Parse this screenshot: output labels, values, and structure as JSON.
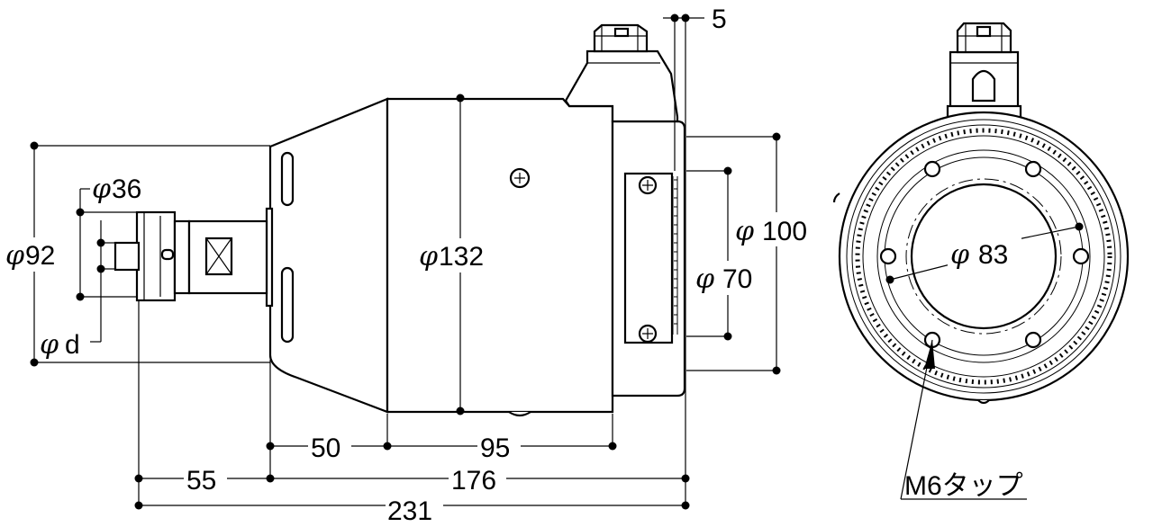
{
  "dimensions": {
    "phi_symbol": "φ",
    "phi36": "36",
    "phi92": "92",
    "phi_d": "d",
    "phi132": "132",
    "phi100": "100",
    "phi70": "70",
    "phi83": "83",
    "d5": "5",
    "d50": "50",
    "d95": "95",
    "d55": "55",
    "d176": "176",
    "d231": "231",
    "tap": "M6タップ"
  }
}
